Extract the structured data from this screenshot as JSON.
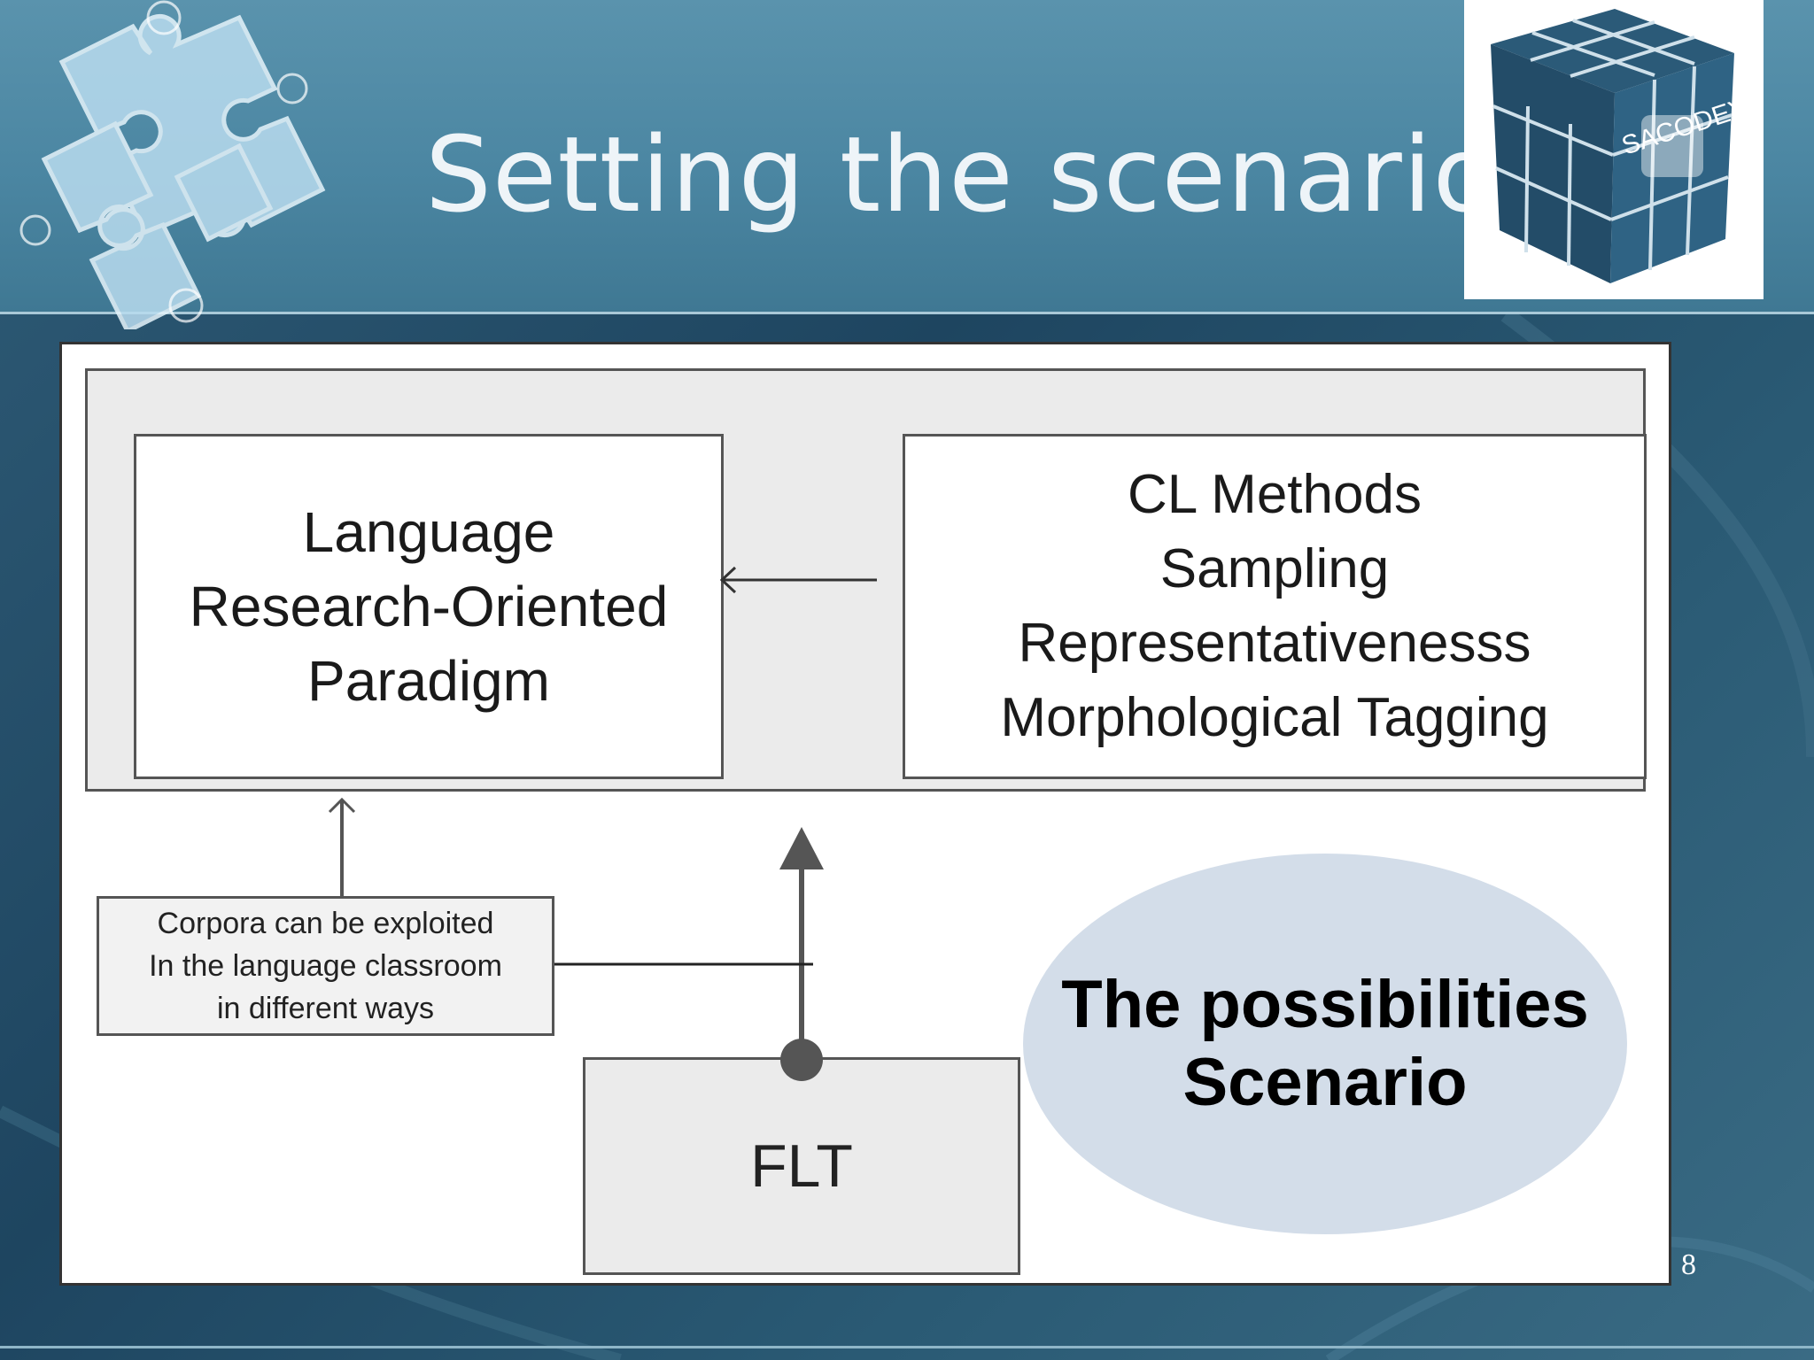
{
  "slide": {
    "title": "Setting the scenario",
    "page_number": "8"
  },
  "logo": {
    "text": "SACODEYL",
    "icon": "cube-logo-icon"
  },
  "decoration": {
    "icon": "puzzle-pieces-icon"
  },
  "diagram": {
    "left_box": [
      "Language",
      "Research-Oriented",
      "Paradigm"
    ],
    "right_box": [
      "CL Methods",
      "Sampling",
      "Representativenesss",
      "Morphological Tagging"
    ],
    "corpora_box": [
      "Corpora can be exploited",
      "In the language classroom",
      "in different ways"
    ],
    "flt_box": "FLT",
    "ellipse": [
      "The possibilities",
      "Scenario"
    ]
  },
  "colors": {
    "header": "#4b86a2",
    "background": "#1e4560",
    "ellipse": "#d3dde9",
    "panel": "#ffffff"
  }
}
